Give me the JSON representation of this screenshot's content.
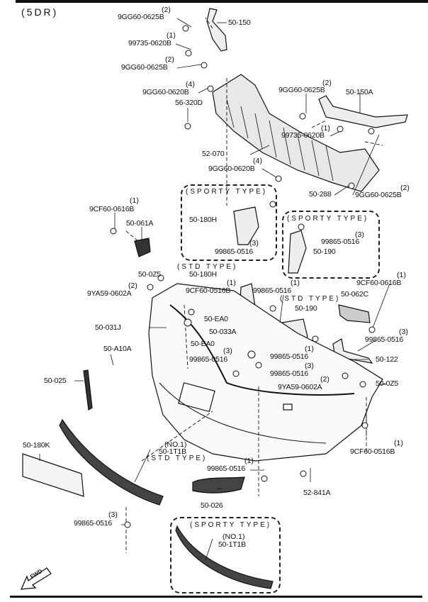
{
  "diagram": {
    "variant_label": "(5DR)",
    "direction_label": "FWD",
    "groups": {
      "sporty_label": "(SPORTY TYPE)",
      "std_label": "(STD TYPE)"
    },
    "callouts": [
      {
        "id": "c1",
        "part": "9GG60-0625B",
        "qty": "(2)"
      },
      {
        "id": "c2",
        "part": "50-150",
        "qty": ""
      },
      {
        "id": "c3",
        "part": "99735-0620B",
        "qty": "(1)"
      },
      {
        "id": "c4",
        "part": "9GG60-0625B",
        "qty": "(2)"
      },
      {
        "id": "c5",
        "part": "9GG60-0620B",
        "qty": "(4)"
      },
      {
        "id": "c6",
        "part": "56-320D",
        "qty": ""
      },
      {
        "id": "c7",
        "part": "9GG60-0625B",
        "qty": "(2)"
      },
      {
        "id": "c8",
        "part": "50-150A",
        "qty": ""
      },
      {
        "id": "c9",
        "part": "99735-0620B",
        "qty": "(1)"
      },
      {
        "id": "c10",
        "part": "52-070",
        "qty": ""
      },
      {
        "id": "c11",
        "part": "9GG60-0620B",
        "qty": "(4)"
      },
      {
        "id": "c12",
        "part": "50-288",
        "qty": ""
      },
      {
        "id": "c13",
        "part": "9GG60-0625B",
        "qty": "(2)"
      },
      {
        "id": "c14",
        "part": "9CF60-0616B",
        "qty": "(1)"
      },
      {
        "id": "c15",
        "part": "50-061A",
        "qty": ""
      },
      {
        "id": "c16",
        "part": "50-180H",
        "qty": ""
      },
      {
        "id": "c17",
        "part": "99865-0516",
        "qty": "(3)"
      },
      {
        "id": "c18",
        "part": "99865-0516",
        "qty": "(3)"
      },
      {
        "id": "c19",
        "part": "50-190",
        "qty": ""
      },
      {
        "id": "c20",
        "part": "50-0Z5",
        "qty": ""
      },
      {
        "id": "c21",
        "part": "50-180H",
        "qty": ""
      },
      {
        "id": "c22",
        "part": "9YA59-0602A",
        "qty": "(2)"
      },
      {
        "id": "c23",
        "part": "9CF60-0516B",
        "qty": "(1)"
      },
      {
        "id": "c24",
        "part": "99865-0516",
        "qty": "(1)"
      },
      {
        "id": "c25",
        "part": "9CF60-0616B",
        "qty": "(1)"
      },
      {
        "id": "c26",
        "part": "50-062C",
        "qty": ""
      },
      {
        "id": "c27",
        "part": "50-190",
        "qty": ""
      },
      {
        "id": "c28",
        "part": "50-EA0",
        "qty": ""
      },
      {
        "id": "c29",
        "part": "50-031J",
        "qty": ""
      },
      {
        "id": "c30",
        "part": "50-033A",
        "qty": ""
      },
      {
        "id": "c31",
        "part": "99865-0516",
        "qty": "(3)"
      },
      {
        "id": "c32",
        "part": "50-EA0",
        "qty": ""
      },
      {
        "id": "c33",
        "part": "99865-0516",
        "qty": "(1)"
      },
      {
        "id": "c34",
        "part": "50-122",
        "qty": ""
      },
      {
        "id": "c35",
        "part": "50-A10A",
        "qty": ""
      },
      {
        "id": "c36",
        "part": "99865-0516",
        "qty": "(3)"
      },
      {
        "id": "c37",
        "part": "99865-0516",
        "qty": "(3)"
      },
      {
        "id": "c38",
        "part": "9YA59-0602A",
        "qty": "(2)"
      },
      {
        "id": "c39",
        "part": "50-025",
        "qty": ""
      },
      {
        "id": "c40",
        "part": "50-0Z5",
        "qty": ""
      },
      {
        "id": "c41",
        "part": "50-180K",
        "qty": ""
      },
      {
        "id": "c42",
        "part": "50-1T1B",
        "qty": "(NO.1)"
      },
      {
        "id": "c43",
        "part": "9CF60-0516B",
        "qty": "(1)"
      },
      {
        "id": "c44",
        "part": "99865-0516",
        "qty": "(1)"
      },
      {
        "id": "c45",
        "part": "52-841A",
        "qty": ""
      },
      {
        "id": "c46",
        "part": "50-026",
        "qty": ""
      },
      {
        "id": "c47",
        "part": "99865-0516",
        "qty": "(3)"
      },
      {
        "id": "c48",
        "part": "50-1T1B",
        "qty": "(NO.1)"
      }
    ]
  }
}
